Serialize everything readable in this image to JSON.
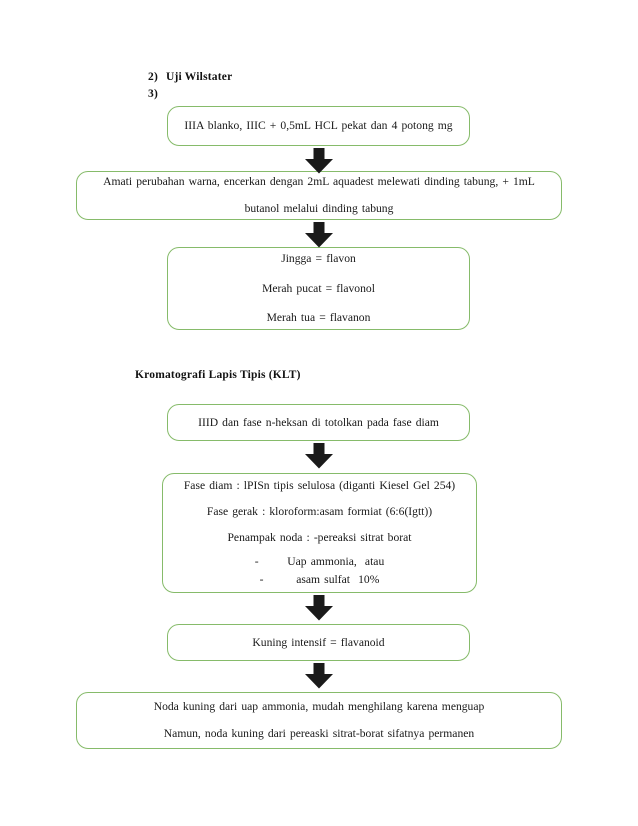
{
  "document": {
    "headings": [
      {
        "id": "wilstater",
        "number": "2)",
        "text": "Uji Wilstater"
      },
      {
        "id": "item3",
        "number": "3)",
        "text": ""
      },
      {
        "id": "klt",
        "number": "",
        "text": "Kromatografi  Lapis  Tipis  (KLT)"
      }
    ]
  },
  "flow": {
    "border_color": "#86bb6a",
    "arrow_color": "#1a1a1a",
    "boxes": [
      {
        "id": "box-1",
        "lines": [
          "IIIA  blanko,  IIIC + 0,5mL  HCL  pekat  dan 4 potong  mg"
        ]
      },
      {
        "id": "box-2",
        "lines": [
          "Amati  perubahan  warna,  encerkan  dengan  2mL  aquadest  melewati  dinding   tabung,  + 1mL",
          "butanol  melalui  dinding  tabung"
        ]
      },
      {
        "id": "box-3",
        "lines": [
          "Jingga  = flavon",
          "Merah pucat = flavonol",
          "Merah tua = flavanon"
        ]
      },
      {
        "id": "box-4",
        "lines": [
          "IIID dan fase n-heksan  di totolkan  pada fase diam"
        ]
      },
      {
        "id": "box-5",
        "lines": [
          "Fase diam : lPISn tipis  selulosa  (diganti  Kiesel  Gel 254)",
          "Fase gerak : kloroform:asam   formiat  (6:6(Igtt))",
          "Penampak  noda : -pereaksi sitrat  borat",
          "-       Uap ammonia,  atau",
          "-        asam sulfat  10%"
        ]
      },
      {
        "id": "box-6",
        "lines": [
          "Kuning  intensif  = flavanoid"
        ]
      },
      {
        "id": "box-7",
        "lines": [
          "Noda kuning  dari uap ammonia,  mudah  menghilang  karena  menguap",
          "Namun,  noda kuning  dari pereaski sitrat-borat  sifatnya  permanen"
        ]
      }
    ],
    "arrows": [
      {
        "id": "arrow-1",
        "direction": "down"
      },
      {
        "id": "arrow-2",
        "direction": "down"
      },
      {
        "id": "arrow-3",
        "direction": "down"
      },
      {
        "id": "arrow-4",
        "direction": "down"
      },
      {
        "id": "arrow-5",
        "direction": "down"
      }
    ]
  }
}
